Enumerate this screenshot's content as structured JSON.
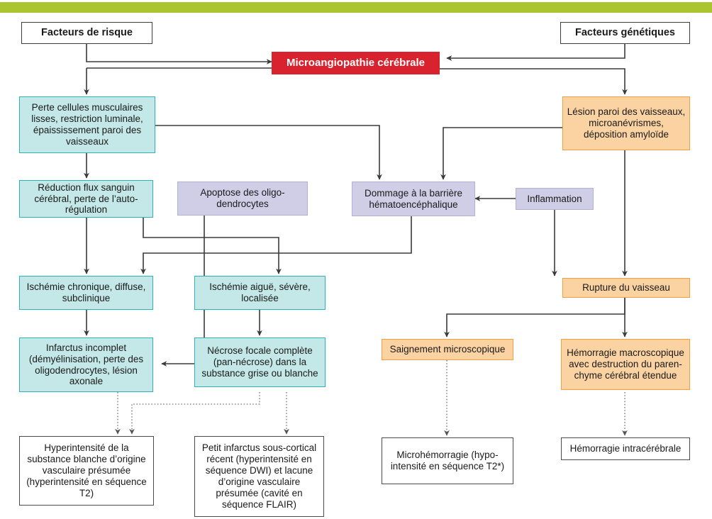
{
  "page": {
    "title": "Microangiopathie cérébrale — diagramme physiopathologique",
    "accent_green": "#aac52e",
    "accent_red": "#d8232f",
    "teal_fill": "#c3e8e7",
    "teal_border": "#2bb3b5",
    "purple_fill": "#d0cde7",
    "purple_border": "#b3b0d6",
    "orange_fill": "#fbd3a2",
    "orange_border": "#f0a03c"
  },
  "nodes": {
    "risk_factors": "Facteurs de risque",
    "genetic_factors": "Facteurs génétiques",
    "central": "Microangiopathie cérébrale",
    "smooth_muscle_loss": "Perte cellules musculaires lisses, restriction luminale, épaississement paroi des vaisseaux",
    "vessel_wall_lesion": "Lésion paroi des vaisseaux, microanévrismes, déposition amyloïde",
    "blood_flow_reduction": "Réduction flux sanguin cérébral, perte de l’auto-régulation",
    "oligodendrocyte_apoptosis": "Apoptose des oligo-dendrocytes",
    "bbb_damage": "Dommage à la barrière hématoencéphalique",
    "inflammation": "Inflammation",
    "chronic_ischemia": "Ischémie chronique, diffuse, subclinique",
    "acute_ischemia": "Ischémie aiguë, sévère, localisée",
    "vessel_rupture": "Rupture du vaisseau",
    "incomplete_infarct": "Infarctus incomplet (démyélinisation, perte des oligodendrocytes, lésion axonale",
    "focal_necrosis": "Nécrose focale complète (pan-nécrose) dans la substance grise ou blanche",
    "microscopic_bleeding": "Saignement microscopique",
    "macroscopic_hemorrhage": "Hémorragie macroscopique avec destruction du paren-chyme cérébral étendue",
    "white_matter_hyperintensity": "Hyperintensité de la substance blanche d’origine vasculaire présumée (hyperintensité en séquence T2)",
    "small_subcortical_infarct": "Petit infarctus sous-cortical récent (hyperintensité en séquence DWI) et lacune d’origine vasculaire présumée (cavité en séquence FLAIR)",
    "microhemorrhage": "Microhémorragie (hypo-intensité en séquence T2*)",
    "intracerebral_hemorrhage": "Hémorragie intracérébrale"
  }
}
